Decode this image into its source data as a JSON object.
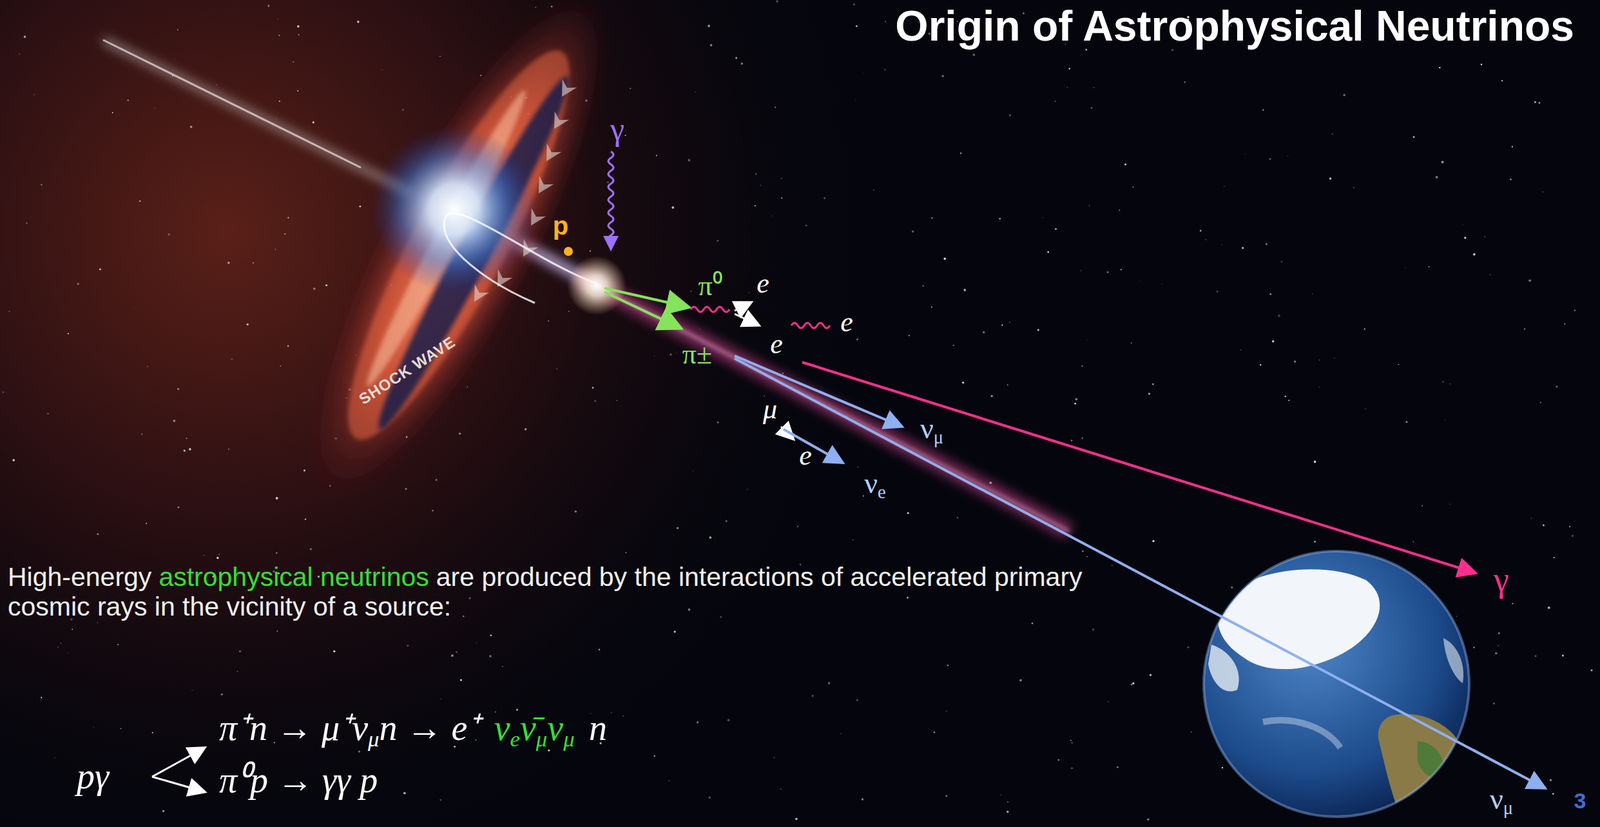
{
  "diagram": {
    "title": "Origin of Astrophysical Neutrinos",
    "labels": [
      "SHOCK WAVE",
      "γ",
      "p",
      "π⁰",
      "e",
      "e",
      "e",
      "π±",
      "μ",
      "e",
      "ν",
      "μ",
      "ν",
      "e",
      "γ",
      "ν",
      "μ",
      "High-energy",
      "astrophysical neutrinos",
      "are produced by the interactions of accelerated primary cosmic rays in the vicinity of a source:",
      "pγ",
      "π⁺n → μ⁺ν",
      "μ",
      "n → e⁺",
      "ν",
      "e",
      "ν̄",
      "μ",
      "ν",
      "μ",
      "n",
      "π⁰p → γγ p",
      "3"
    ]
  }
}
